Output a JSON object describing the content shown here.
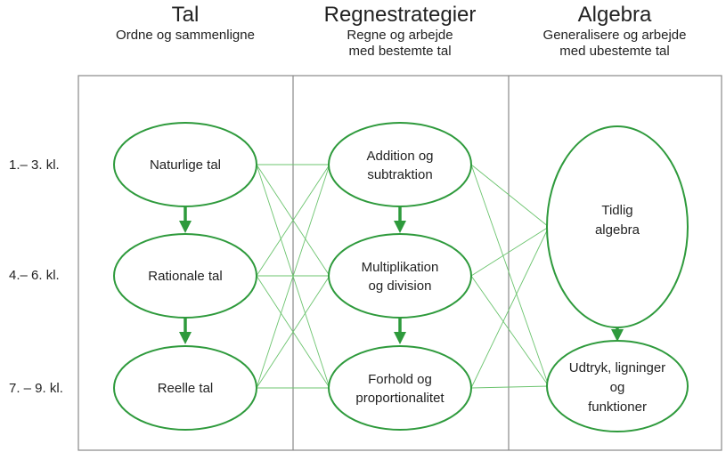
{
  "columns": [
    {
      "title": "Tal",
      "subtitle": [
        "Ordne og sammenligne"
      ]
    },
    {
      "title": "Regnestrategier",
      "subtitle": [
        "Regne og arbejde",
        "med bestemte tal"
      ]
    },
    {
      "title": "Algebra",
      "subtitle": [
        "Generalisere og arbejde",
        "med ubestemte tal"
      ]
    }
  ],
  "rows": [
    "1.– 3. kl.",
    "4.– 6. kl.",
    "7. – 9. kl."
  ],
  "nodes": {
    "naturlige": [
      "Naturlige tal"
    ],
    "rationale": [
      "Rationale tal"
    ],
    "reelle": [
      "Reelle tal"
    ],
    "addition": [
      "Addition og",
      "subtraktion"
    ],
    "multiplikation": [
      "Multiplikation",
      "og division"
    ],
    "forhold": [
      "Forhold og",
      "proportionalitet"
    ],
    "tidlig": [
      "Tidlig",
      "algebra"
    ],
    "udtryk": [
      "Udtryk, ligninger",
      "og",
      "funktioner"
    ]
  },
  "colors": {
    "accent": "#2e9a3c",
    "connector": "#6cc46f",
    "frame": "#888888"
  }
}
